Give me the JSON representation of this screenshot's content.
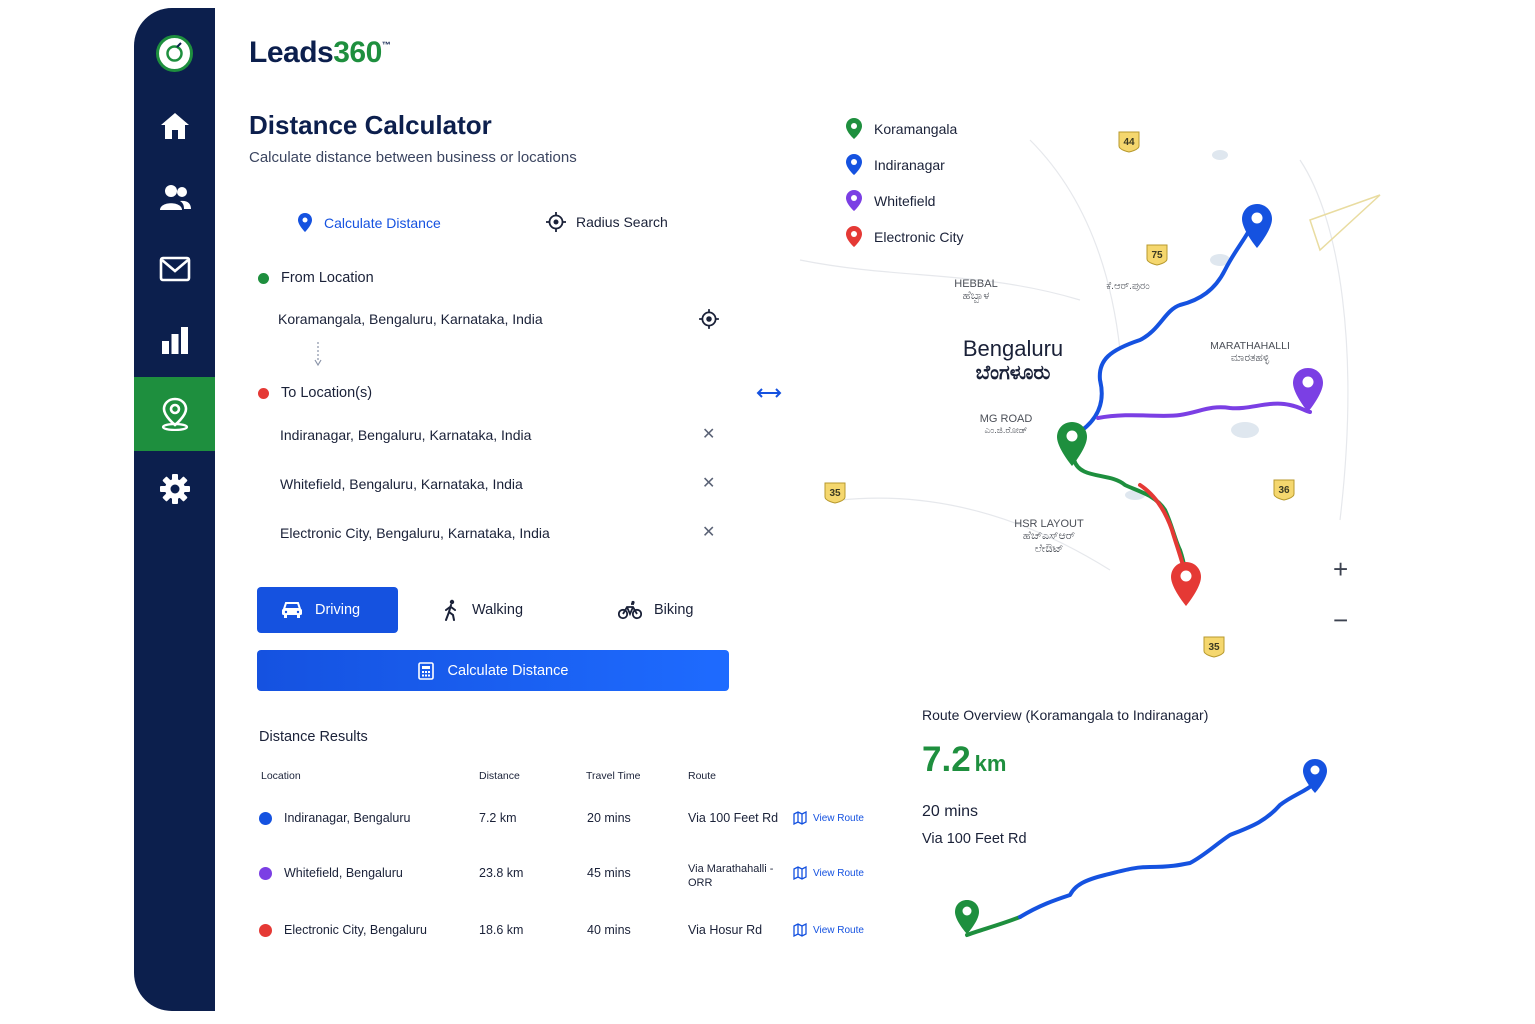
{
  "brand": {
    "name_a": "Leads",
    "name_b": "360",
    "tm": "™"
  },
  "page": {
    "title": "Distance Calculator",
    "subtitle": "Calculate distance between business or locations"
  },
  "sidebar": {
    "items": [
      {
        "icon": "home-icon"
      },
      {
        "icon": "users-icon"
      },
      {
        "icon": "mail-icon"
      },
      {
        "icon": "bar-chart-icon"
      },
      {
        "icon": "location-pin-icon",
        "active": true
      },
      {
        "icon": "gear-icon"
      }
    ],
    "active_color": "#1e8f3e",
    "bg_color": "#0c1f4d"
  },
  "tabs": {
    "calculate": "Calculate Distance",
    "radius": "Radius Search"
  },
  "from": {
    "label": "From Location",
    "value": "Koramangala, Bengaluru, Karnataka, India"
  },
  "to": {
    "label": "To Location(s)",
    "items": [
      "Indiranagar, Bengaluru, Karnataka, India",
      "Whitefield, Bengaluru, Karnataka, India",
      "Electronic City, Bengaluru, Karnataka, India"
    ]
  },
  "modes": {
    "driving": "Driving",
    "walking": "Walking",
    "biking": "Biking",
    "selected": "Driving"
  },
  "calc_button": "Calculate Distance",
  "results": {
    "title": "Distance Results",
    "headers": [
      "Location",
      "Distance",
      "Travel Time",
      "Route"
    ],
    "view_route_label": "View Route",
    "rows": [
      {
        "location": "Indiranagar, Bengaluru",
        "distance": "7.2 km",
        "time": "20 mins",
        "route": "Via 100 Feet Rd",
        "color": "#1552e0"
      },
      {
        "location": "Whitefield, Bengaluru",
        "distance": "23.8 km",
        "time": "45 mins",
        "route": "Via Marathahalli - ORR",
        "color": "#7b3fe4"
      },
      {
        "location": "Electronic City, Bengaluru",
        "distance": "18.6 km",
        "time": "40 mins",
        "route": "Via Hosur Rd",
        "color": "#e53935"
      }
    ]
  },
  "legend": [
    {
      "label": "Koramangala",
      "color": "#1e8f3e"
    },
    {
      "label": "Indiranagar",
      "color": "#1552e0"
    },
    {
      "label": "Whitefield",
      "color": "#7b3fe4"
    },
    {
      "label": "Electronic City",
      "color": "#e53935"
    }
  ],
  "map": {
    "city_en": "Bengaluru",
    "city_kn": "ಬೆಂಗಳೂರು",
    "labels": {
      "hebbal_en": "HEBBAL",
      "hebbal_kn": "ಹೆಬ್ಬಾಳ",
      "kr_puram": "ಕೆ.ಆರ್.ಪುರಂ",
      "marathahalli_en": "MARATHAHALLI",
      "marathahalli_kn": "ಮಾರತಹಳ್ಳಿ",
      "mgroad_en": "MG ROAD",
      "mgroad_kn": "ಎಂ.ಜಿ.ರೋಡ್",
      "hsr_en": "HSR LAYOUT",
      "hsr_kn1": "ಹೆಚ್‌ಎಸ್‌ಆರ್",
      "hsr_kn2": "ಲೇಔಟ್"
    },
    "shields": [
      "44",
      "75",
      "35",
      "36",
      "35"
    ],
    "zoom_in": "+",
    "zoom_out": "−"
  },
  "route_overview": {
    "title": "Route Overview (Koramangala to Indiranagar)",
    "distance_value": "7.2",
    "distance_unit": "km",
    "time": "20 mins",
    "via": "Via 100 Feet Rd"
  }
}
